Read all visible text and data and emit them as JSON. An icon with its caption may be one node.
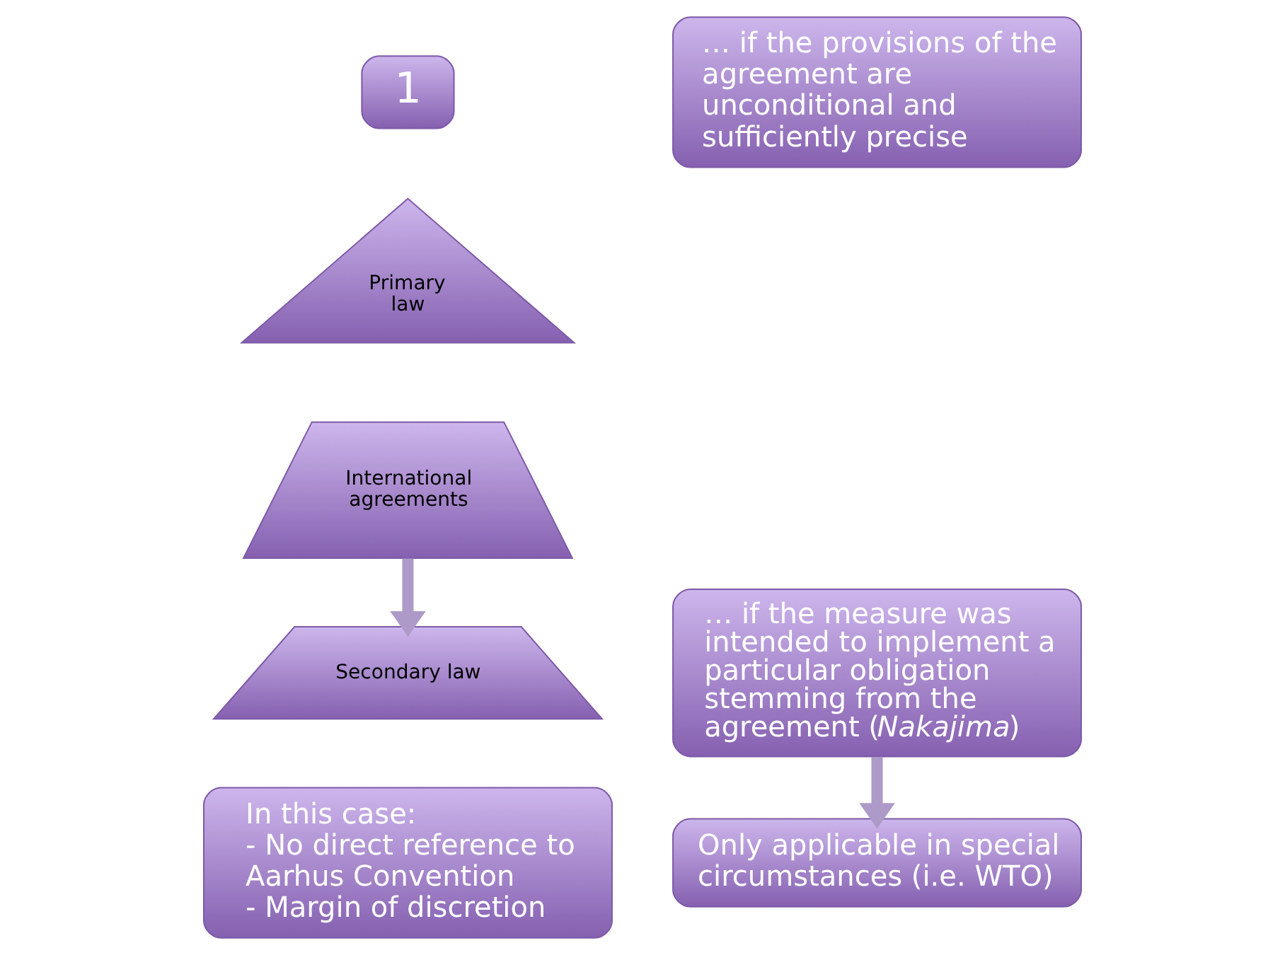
{
  "diagram": {
    "nodes": [
      {
        "text": [
          "1"
        ]
      },
      {
        "text": [
          "Primary law"
        ]
      },
      {
        "text": [
          "International agreements"
        ]
      },
      {
        "text": [
          "Secondary law"
        ]
      },
      {
        "text": [
          "… if the provisions of the agreement are unconditional and sufficiently precise"
        ]
      },
      {
        "text": [
          "… if the measure was intended to implement a particular obligation stemming from the agreement (*Nakajima*)"
        ]
      },
      {
        "text": [
          "Only applicable in special circumstances (i.e. WTO)"
        ]
      },
      {
        "text": [
          "In this case:",
          "- No direct reference to Aarhus Convention",
          "- Margin of discretion"
        ]
      }
    ],
    "edges": [
      {
        "from": 2,
        "to": 3,
        "arrow": "to"
      },
      {
        "from": 5,
        "to": 6,
        "arrow": "to"
      }
    ]
  }
}
